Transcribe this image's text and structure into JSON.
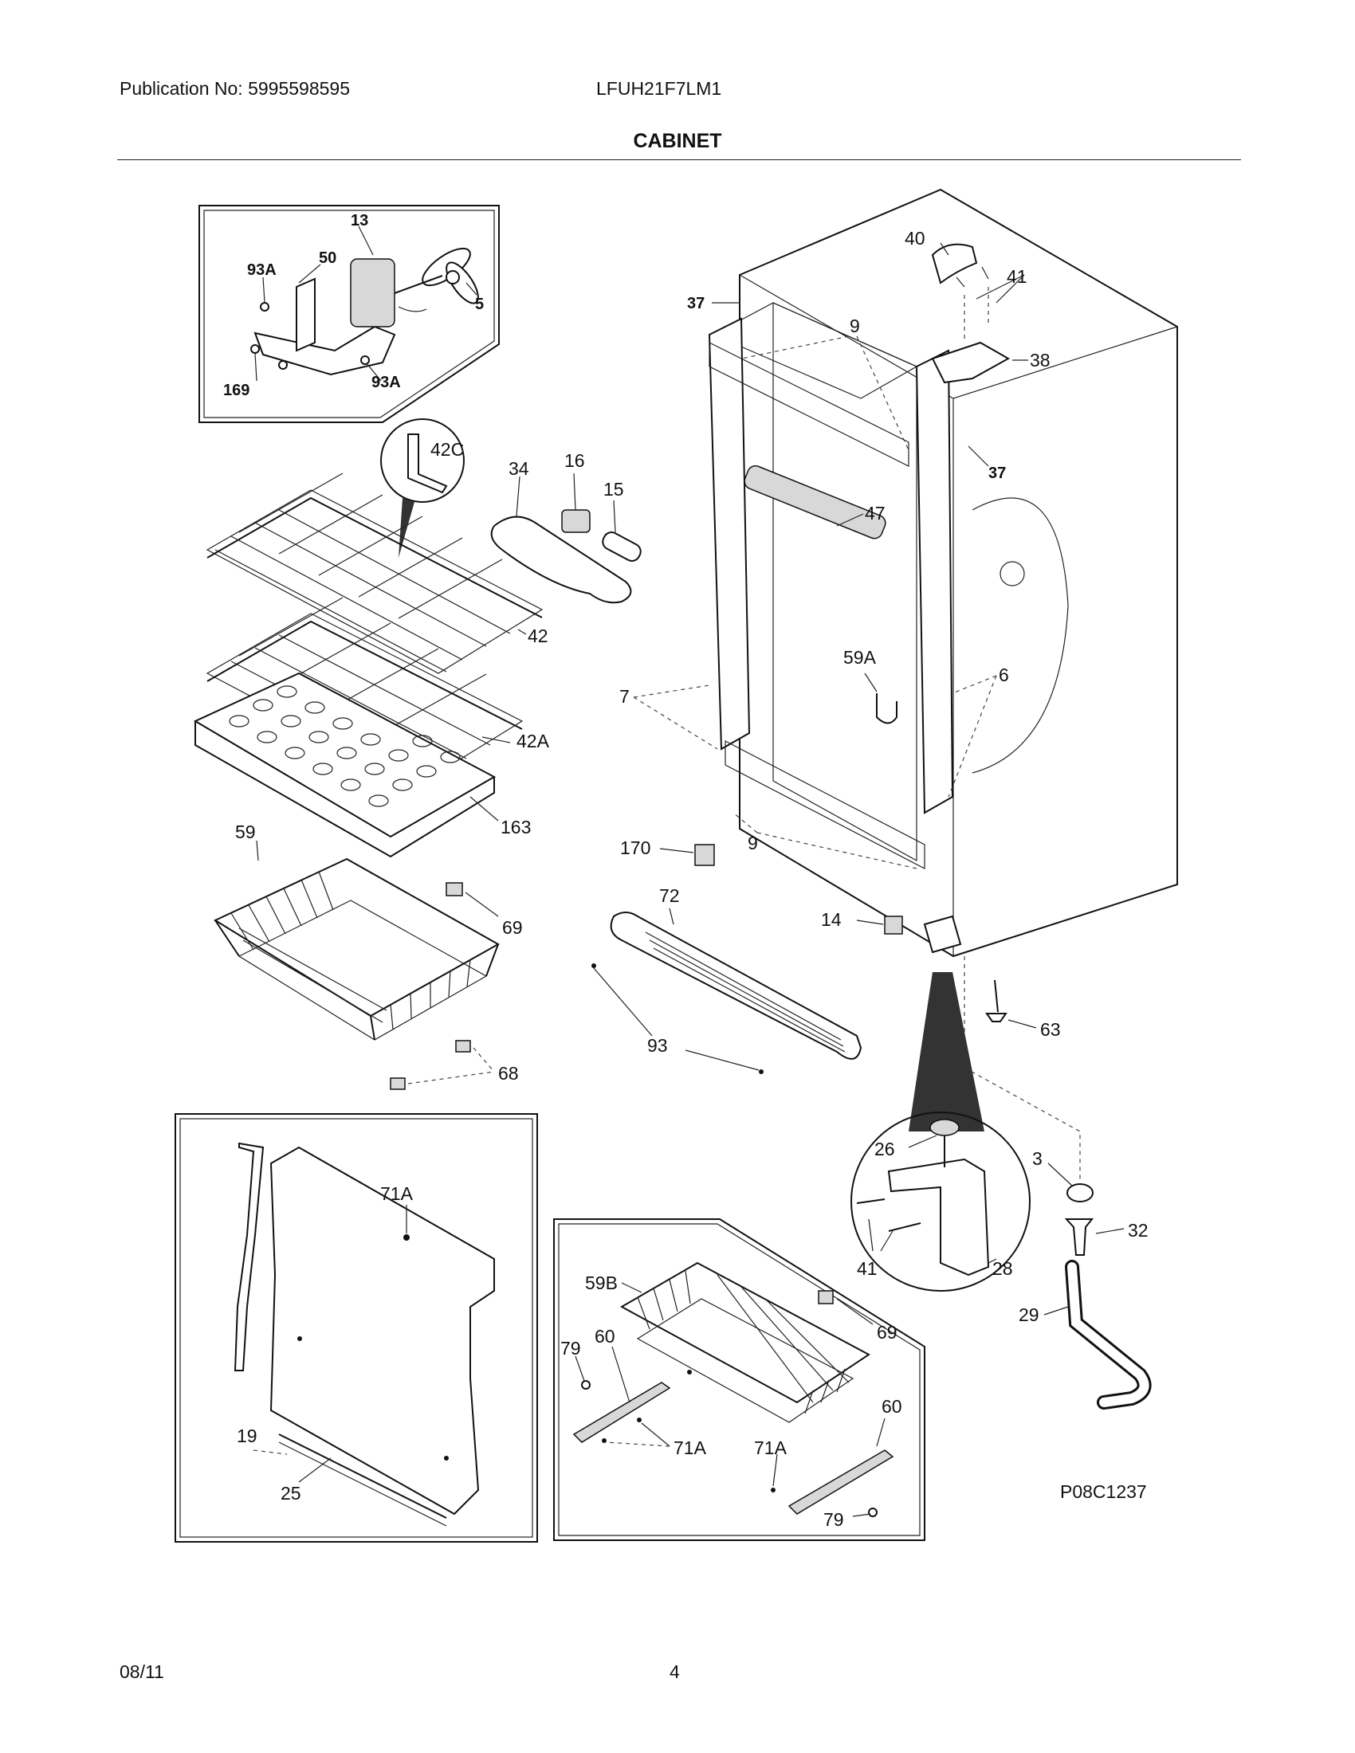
{
  "header": {
    "publication": "Publication No: 5995598595",
    "model": "LFUH21F7LM1",
    "section_title": "CABINET"
  },
  "footer": {
    "date": "08/11",
    "page": "4"
  },
  "drawing_code": "P08C1237",
  "callouts": {
    "c13": "13",
    "c50": "50",
    "c93a_top": "93A",
    "c5": "5",
    "c169": "169",
    "c93a_bot": "93A",
    "c42c": "42C",
    "c34": "34",
    "c16": "16",
    "c15": "15",
    "c42": "42",
    "c42a": "42A",
    "c163": "163",
    "c59": "59",
    "c69_left": "69",
    "c68": "68",
    "c37_top": "37",
    "c37_right": "37",
    "c9_top": "9",
    "c40": "40",
    "c41_top": "41",
    "c38": "38",
    "c47": "47",
    "c59a": "59A",
    "c7": "7",
    "c6": "6",
    "c170": "170",
    "c9_bot": "9",
    "c72": "72",
    "c14": "14",
    "c93": "93",
    "c63": "63",
    "c26": "26",
    "c3": "3",
    "c32": "32",
    "c41_bot": "41",
    "c28": "28",
    "c29": "29",
    "c71a_left": "71A",
    "c19": "19",
    "c25": "25",
    "c59b": "59B",
    "c69_box": "69",
    "c79_top": "79",
    "c60_top": "60",
    "c71a_box1": "71A",
    "c71a_box2": "71A",
    "c60_right": "60",
    "c79_bot": "79"
  }
}
